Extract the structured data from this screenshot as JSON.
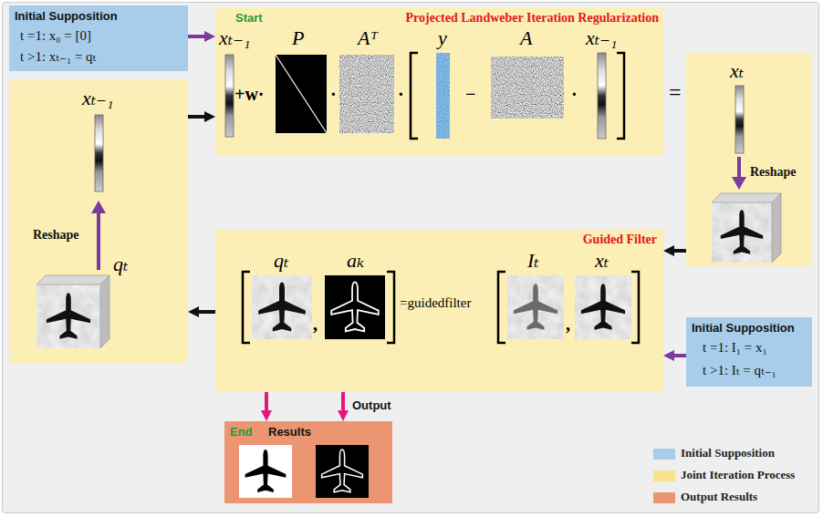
{
  "diagram": {
    "nodes": [
      {
        "text": [
          "Initial Supposition",
          "t =1: x₀ = [0]",
          "t >1: xₜ₋₁ = qₜ"
        ]
      },
      {
        "text": [
          "Start",
          "Projected Landweber Iteration Regularization",
          "xₜ₋₁",
          "+w·",
          "P",
          "·",
          "Aᵀ",
          "·",
          "y",
          "−",
          "A",
          "·",
          "xₜ₋₁"
        ]
      },
      {
        "text": [
          "xₜ",
          "Reshape"
        ]
      },
      {
        "text": [
          "xₜ₋₁",
          "Reshape",
          "qₜ"
        ]
      },
      {
        "text": [
          "Guided Filter",
          "qₜ",
          "aₖ",
          ",",
          "=guidedfilter",
          "Iₜ",
          ",",
          "xₜ"
        ]
      },
      {
        "text": [
          "Initial Supposition",
          "t =1: I₁ = x₁",
          "t >1: Iₜ = qₜ₋₁"
        ]
      },
      {
        "text": [
          "End",
          "Results"
        ]
      }
    ],
    "edges": [
      {
        "from": 0,
        "to": 1,
        "arrow": "to"
      },
      {
        "from": 3,
        "to": 1,
        "arrow": "to"
      },
      {
        "from": 2,
        "to": 4,
        "arrow": "to"
      },
      {
        "from": 5,
        "to": 4,
        "arrow": "to"
      },
      {
        "from": 4,
        "to": 3,
        "arrow": "to"
      },
      {
        "from": 4,
        "to": 6,
        "arrow": "to"
      },
      {
        "from": 4,
        "to": 6,
        "arrow": "to"
      }
    ],
    "labels": [
      "=",
      "Output"
    ],
    "legend": [
      {
        "text": "Initial Supposition",
        "color": "#a7cdeb"
      },
      {
        "text": "Joint Iteration Process",
        "color": "#f7e48c"
      },
      {
        "text": "Output Results",
        "color": "#eb9572"
      }
    ]
  }
}
